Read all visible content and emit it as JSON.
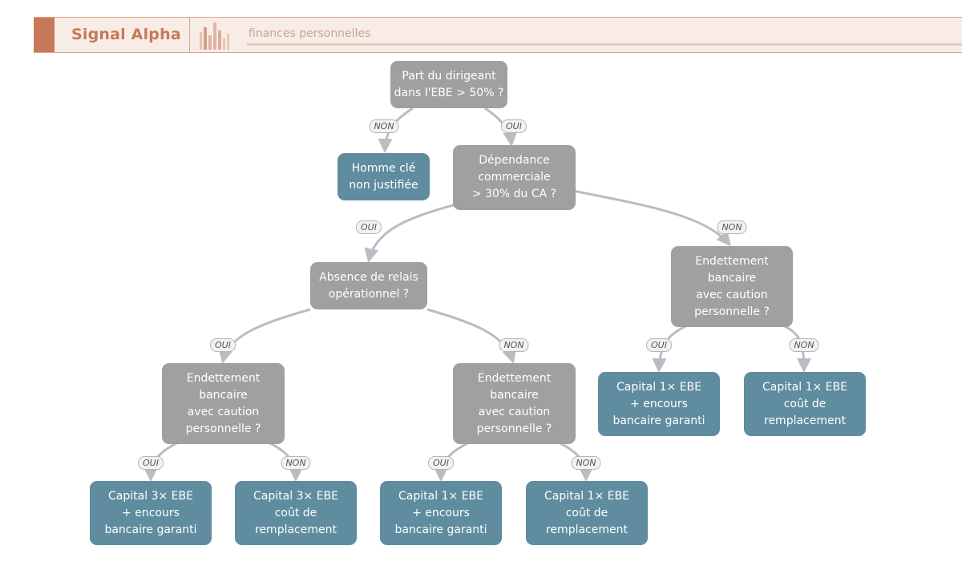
{
  "header": {
    "brand": "Signal Alpha",
    "tagline": "finances personnelles",
    "logo_icon": "bar-chart-logo-icon"
  },
  "colors": {
    "accent": "#c8795a",
    "question_node": "#a0a0a0",
    "answer_node": "#5f8c9f",
    "edge": "#b9bcc2"
  },
  "tree": {
    "nodes": {
      "q_ebe": {
        "kind": "question",
        "lines": [
          "Part du dirigeant",
          "dans l'EBE > 50% ?"
        ]
      },
      "a_homme_cle": {
        "kind": "answer",
        "lines": [
          "Homme clé",
          "non justifiée"
        ]
      },
      "q_dependance": {
        "kind": "question",
        "lines": [
          "Dépendance",
          "commerciale",
          "> 30% du CA ?"
        ]
      },
      "q_relais": {
        "kind": "question",
        "lines": [
          "Absence de relais",
          "opérationnel ?"
        ]
      },
      "q_endet_right": {
        "kind": "question",
        "lines": [
          "Endettement",
          "bancaire",
          "avec caution",
          "personnelle ?"
        ]
      },
      "q_endet_left": {
        "kind": "question",
        "lines": [
          "Endettement",
          "bancaire",
          "avec caution",
          "personnelle ?"
        ]
      },
      "q_endet_mid": {
        "kind": "question",
        "lines": [
          "Endettement",
          "bancaire",
          "avec caution",
          "personnelle ?"
        ]
      },
      "a_r1": {
        "kind": "answer",
        "lines": [
          "Capital 1× EBE",
          "+ encours",
          "bancaire garanti"
        ]
      },
      "a_r2": {
        "kind": "answer",
        "lines": [
          "Capital 1× EBE",
          "coût de",
          "remplacement"
        ]
      },
      "a_l1": {
        "kind": "answer",
        "lines": [
          "Capital 3× EBE",
          "+ encours",
          "bancaire garanti"
        ]
      },
      "a_l2": {
        "kind": "answer",
        "lines": [
          "Capital 3× EBE",
          "coût de",
          "remplacement"
        ]
      },
      "a_m1": {
        "kind": "answer",
        "lines": [
          "Capital 1× EBE",
          "+ encours",
          "bancaire garanti"
        ]
      },
      "a_m2": {
        "kind": "answer",
        "lines": [
          "Capital 1× EBE",
          "coût de",
          "remplacement"
        ]
      }
    },
    "edges": [
      {
        "from": "q_ebe",
        "to": "a_homme_cle",
        "label": "NON"
      },
      {
        "from": "q_ebe",
        "to": "q_dependance",
        "label": "OUI"
      },
      {
        "from": "q_dependance",
        "to": "q_relais",
        "label": "OUI"
      },
      {
        "from": "q_dependance",
        "to": "q_endet_right",
        "label": "NON"
      },
      {
        "from": "q_relais",
        "to": "q_endet_left",
        "label": "OUI"
      },
      {
        "from": "q_relais",
        "to": "q_endet_mid",
        "label": "NON"
      },
      {
        "from": "q_endet_right",
        "to": "a_r1",
        "label": "OUI"
      },
      {
        "from": "q_endet_right",
        "to": "a_r2",
        "label": "NON"
      },
      {
        "from": "q_endet_left",
        "to": "a_l1",
        "label": "OUI"
      },
      {
        "from": "q_endet_left",
        "to": "a_l2",
        "label": "NON"
      },
      {
        "from": "q_endet_mid",
        "to": "a_m1",
        "label": "OUI"
      },
      {
        "from": "q_endet_mid",
        "to": "a_m2",
        "label": "NON"
      }
    ]
  }
}
